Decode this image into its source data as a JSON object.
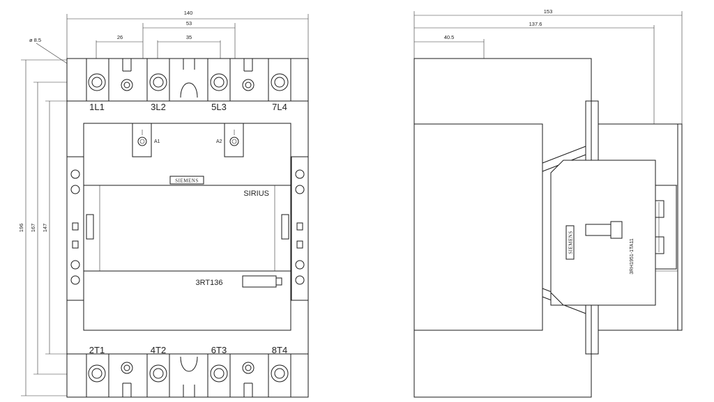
{
  "front_view": {
    "dimensions": {
      "width": "140",
      "pitch_a": "26",
      "pitch_b": "53",
      "pitch_c": "35",
      "hole_diameter": "ø 8.5",
      "height_overall": "196",
      "height_b": "167",
      "height_c": "147"
    },
    "top_terminals": [
      "1L1",
      "3L2",
      "5L3",
      "7L4"
    ],
    "bottom_terminals": [
      "2T1",
      "4T2",
      "6T3",
      "8T4"
    ],
    "coil_terminals": [
      "A1",
      "A2"
    ],
    "brand": "SIEMENS",
    "series": "SIRIUS",
    "model": "3RT136"
  },
  "side_view": {
    "dimensions": {
      "depth_overall": "153",
      "depth_b": "137.6",
      "depth_c": "40.5"
    },
    "brand": "SIEMENS",
    "accessory_label": "3RH1951-1TA11"
  }
}
